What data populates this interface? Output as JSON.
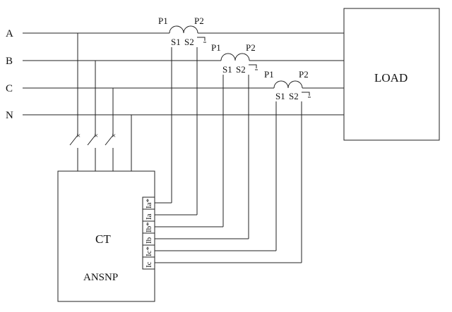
{
  "lines": [
    {
      "key": "a",
      "label": "A"
    },
    {
      "key": "b",
      "label": "B"
    },
    {
      "key": "c",
      "label": "C"
    },
    {
      "key": "n",
      "label": "N"
    }
  ],
  "load": {
    "label": "LOAD"
  },
  "cts": [
    {
      "p1": "P1",
      "p2": "P2",
      "s1": "S1",
      "s2": "S2"
    },
    {
      "p1": "P1",
      "p2": "P2",
      "s1": "S1",
      "s2": "S2"
    },
    {
      "p1": "P1",
      "p2": "P2",
      "s1": "S1",
      "s2": "S2"
    }
  ],
  "meter": {
    "title": "CT",
    "model": "ANSNP",
    "terminals": [
      "Ia*",
      "Ia",
      "Ib*",
      "Ib",
      "Ic*",
      "Ic"
    ]
  }
}
